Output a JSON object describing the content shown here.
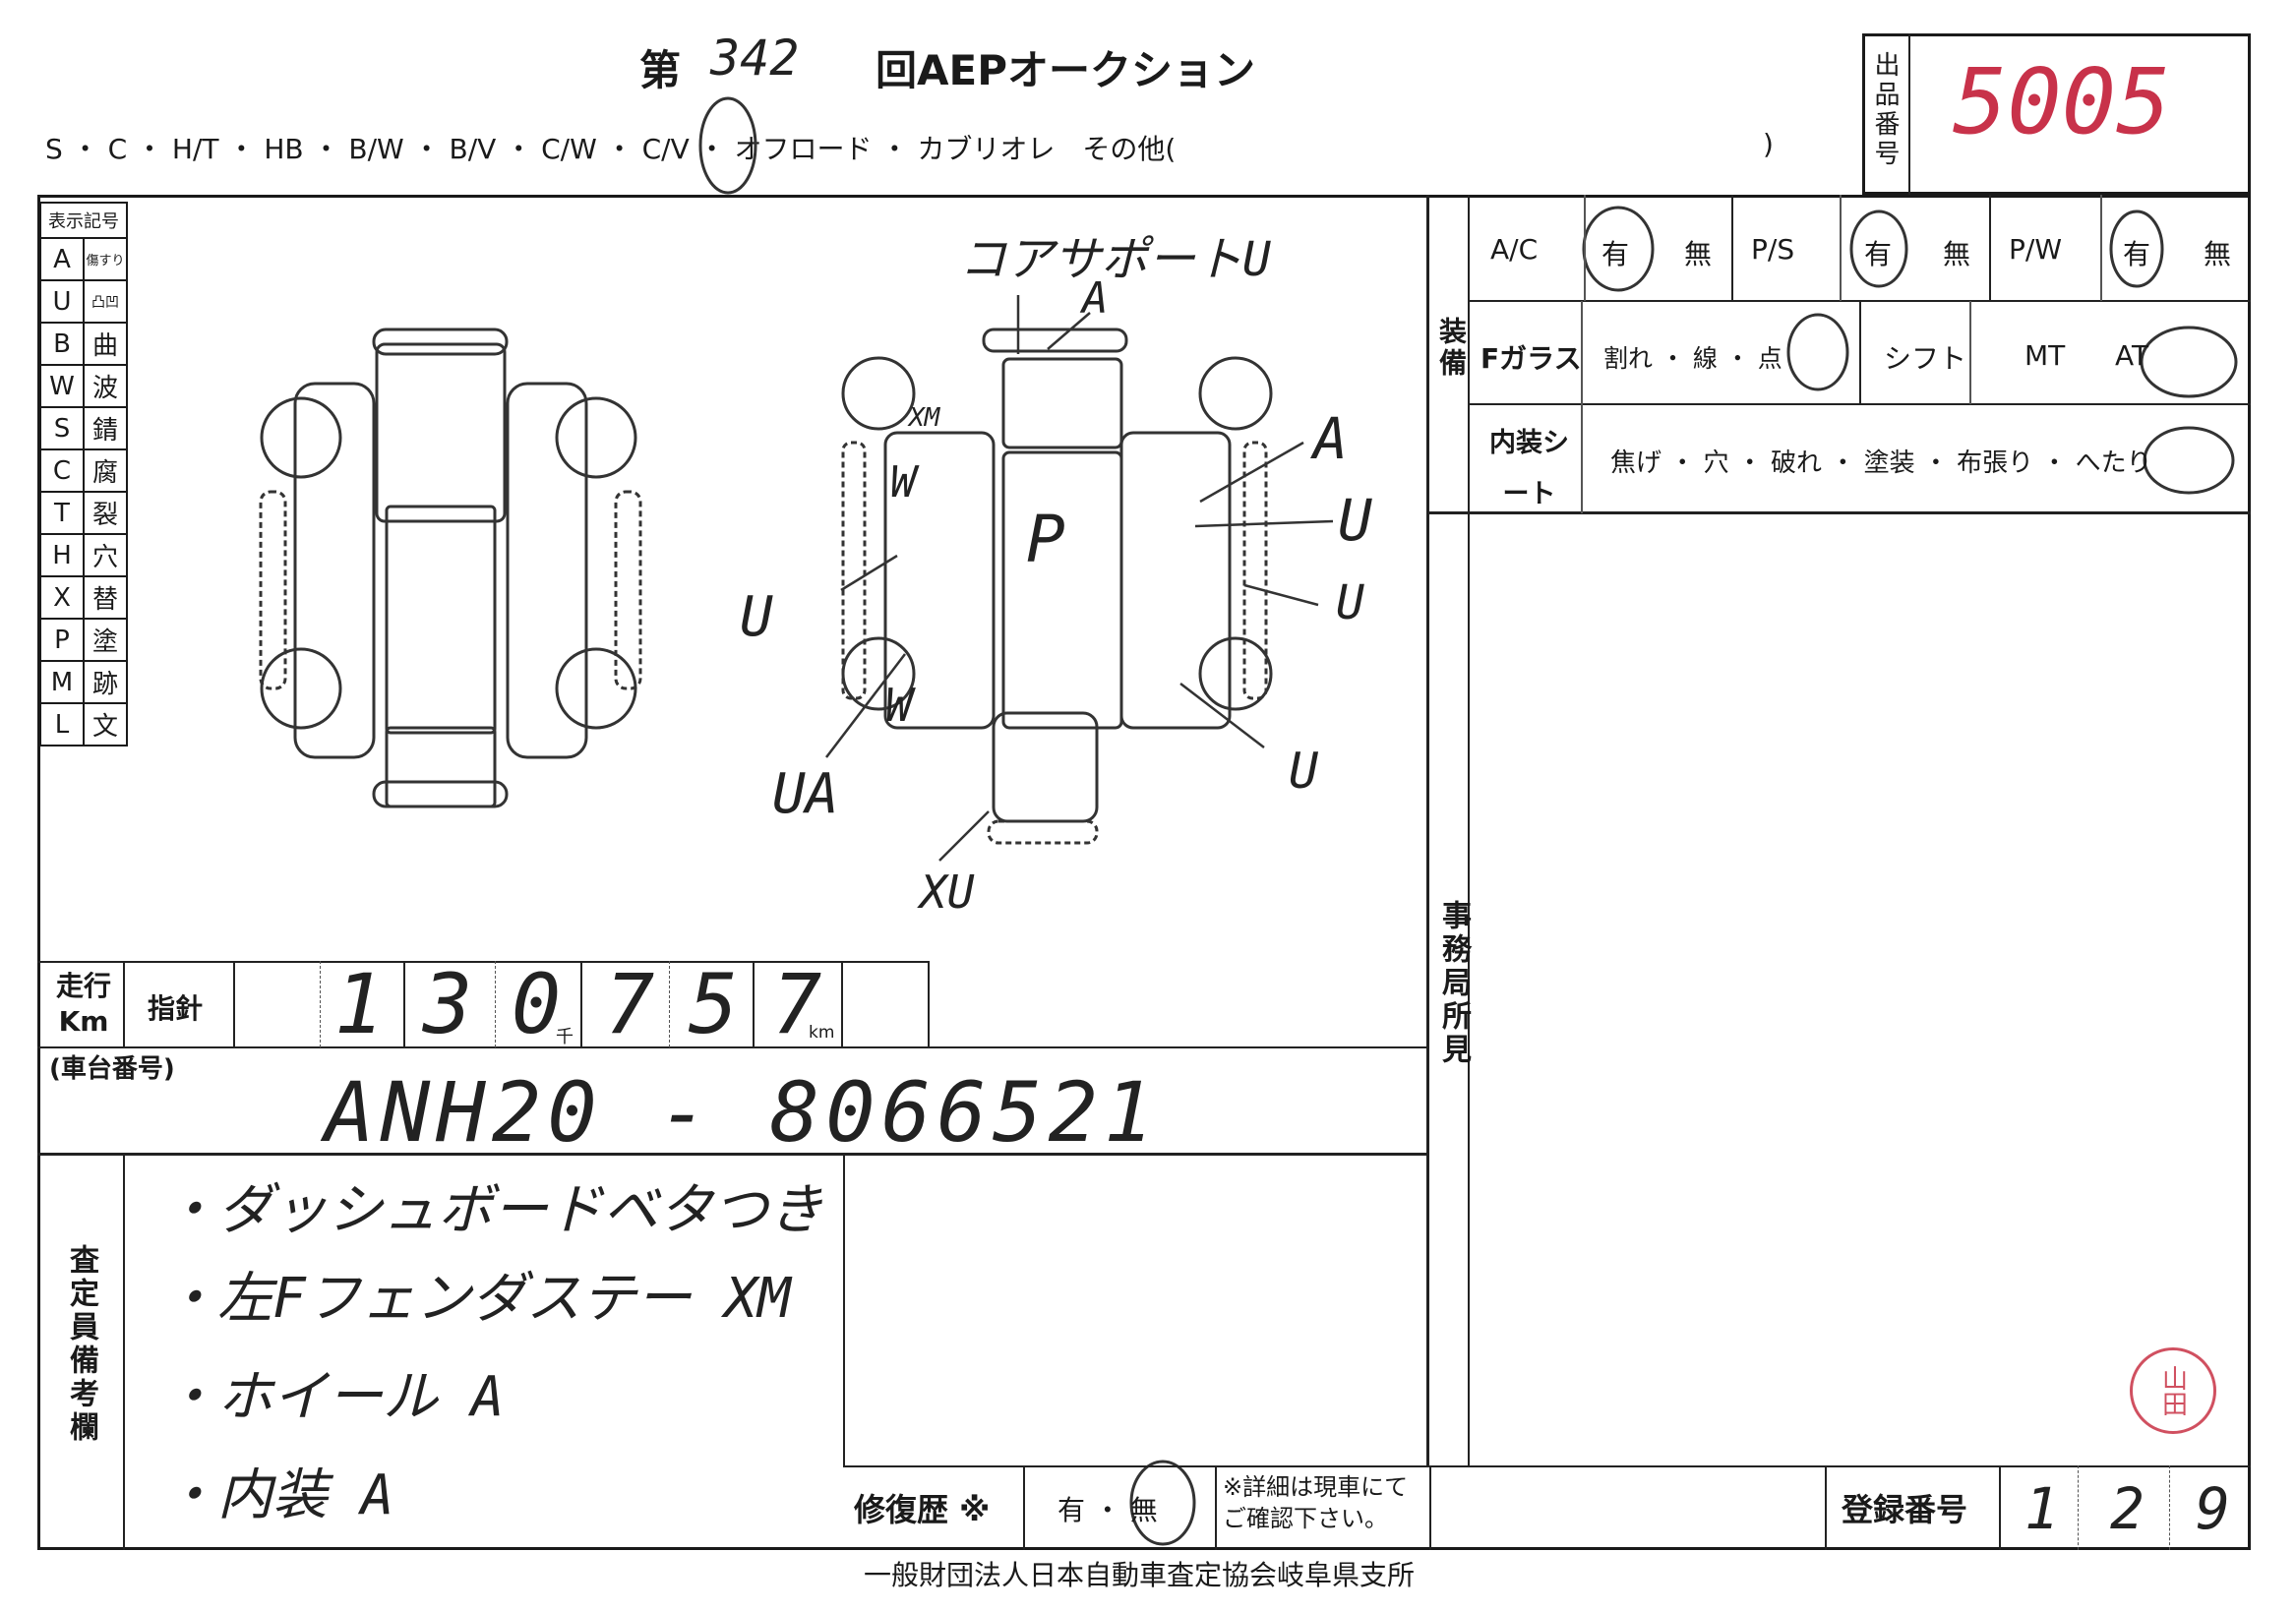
{
  "header": {
    "title_prefix": "第",
    "title_number": "342",
    "title_suffix": "回AEPオークション",
    "body_types": "S ・ C ・ H/T ・ HB ・ B/W ・ B/V ・ C/W ・ C/V ・ オフロード ・ カブリオレ　その他(",
    "body_types_close": ")",
    "lot_label": "出品番号",
    "lot_number": "5005"
  },
  "legend": {
    "title": "表示記号",
    "items": [
      {
        "code": "A",
        "meaning": "傷すり"
      },
      {
        "code": "U",
        "meaning": "凸凹"
      },
      {
        "code": "B",
        "meaning": "曲"
      },
      {
        "code": "W",
        "meaning": "波"
      },
      {
        "code": "S",
        "meaning": "錆"
      },
      {
        "code": "C",
        "meaning": "腐"
      },
      {
        "code": "T",
        "meaning": "裂"
      },
      {
        "code": "H",
        "meaning": "穴"
      },
      {
        "code": "X",
        "meaning": "替"
      },
      {
        "code": "P",
        "meaning": "塗"
      },
      {
        "code": "M",
        "meaning": "跡"
      },
      {
        "code": "L",
        "meaning": "文"
      }
    ]
  },
  "diagram_notes": {
    "core_support": "コアサポートU",
    "core_a": "A",
    "xm": "XM",
    "w_front": "W",
    "p_roof": "P",
    "u_left": "U",
    "w_rear": "W",
    "ua": "UA",
    "xu": "XU",
    "a_right": "A",
    "u_right1": "U",
    "u_right2": "U",
    "u_right3": "U"
  },
  "equipment": {
    "section_label": "装備",
    "ac_label": "A/C",
    "ac_opts": [
      "有",
      "無"
    ],
    "ps_label": "P/S",
    "ps_opts": [
      "有",
      "無"
    ],
    "pw_label": "P/W",
    "pw_opts": [
      "有",
      "無"
    ],
    "fglass_label": "Fガラス",
    "fglass_opts": "割れ ・ 線 ・ 点",
    "shift_label": "シフト",
    "shift_opts": [
      "MT",
      "AT"
    ],
    "interior_label": "内装シート",
    "interior_opts": "焦げ ・ 穴 ・ 破れ ・ 塗装 ・ 布張り ・ へたり"
  },
  "office": {
    "label": "事務局所見"
  },
  "odometer": {
    "label": "走行Km",
    "needle_label": "指針",
    "digits": [
      "1",
      "3",
      "0",
      "7",
      "5",
      "7"
    ],
    "thousand_unit": "千",
    "km_unit": "km"
  },
  "chassis": {
    "label": "(車台番号)",
    "value": "ANH20 - 8066521"
  },
  "remarks": {
    "label": "査定員備考欄",
    "lines": [
      "・ダッシュボードベタつき",
      "・左Fフェンダステー XM",
      "・ホイール A",
      "・内装 A"
    ]
  },
  "repair": {
    "label": "修復歴 ※",
    "opts": "有 ・ 無",
    "note": "※詳細は現車にてご確認下さい。"
  },
  "registration": {
    "label": "登録番号",
    "digits": [
      "1",
      "2",
      "9"
    ]
  },
  "footer": {
    "org": "一般財団法人日本自動車査定協会岐阜県支所"
  },
  "stamp": {
    "text": "山田"
  }
}
